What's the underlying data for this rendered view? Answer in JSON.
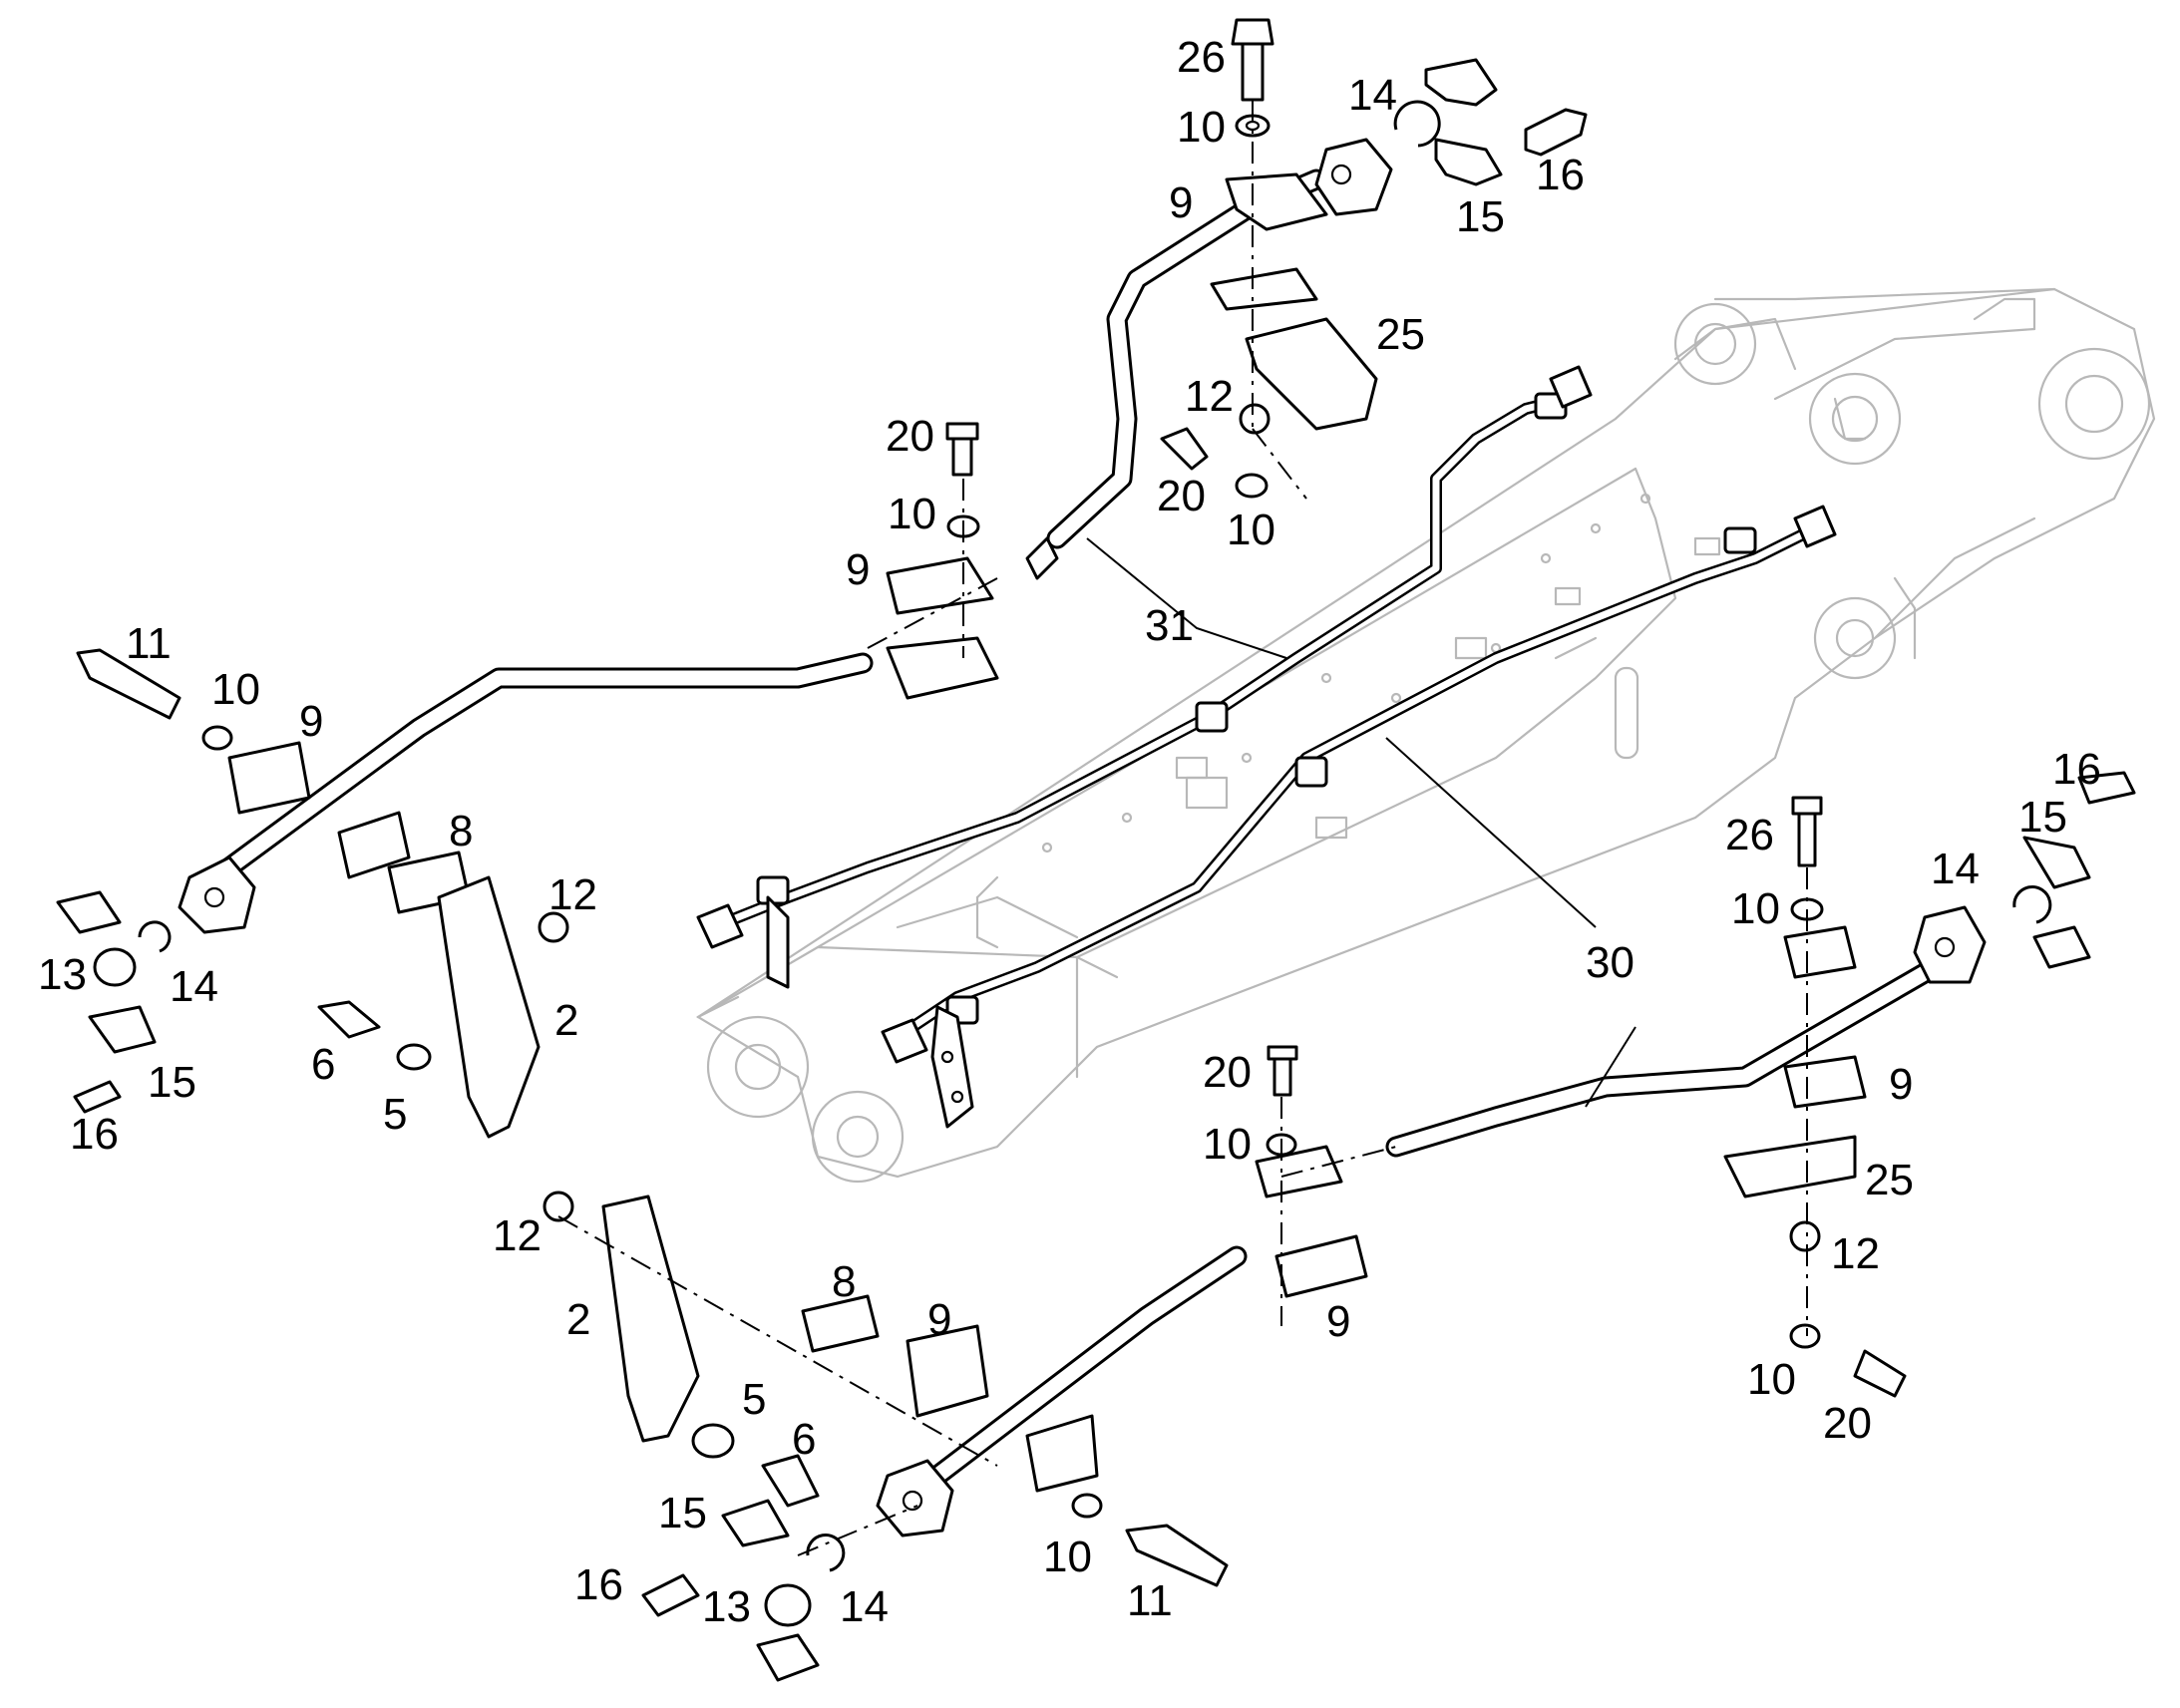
{
  "diagram": {
    "callouts": [
      {
        "id": "c26a",
        "text": "26"
      },
      {
        "id": "c10a",
        "text": "10"
      },
      {
        "id": "c14a",
        "text": "14"
      },
      {
        "id": "c16a",
        "text": "16"
      },
      {
        "id": "c9a",
        "text": "9"
      },
      {
        "id": "c15a",
        "text": "15"
      },
      {
        "id": "c25a",
        "text": "25"
      },
      {
        "id": "c12a",
        "text": "12"
      },
      {
        "id": "c20a",
        "text": "20"
      },
      {
        "id": "c20b",
        "text": "20"
      },
      {
        "id": "c10b",
        "text": "10"
      },
      {
        "id": "c10c",
        "text": "10"
      },
      {
        "id": "c9b",
        "text": "9"
      },
      {
        "id": "c31",
        "text": "31"
      },
      {
        "id": "c11a",
        "text": "11"
      },
      {
        "id": "c10d",
        "text": "10"
      },
      {
        "id": "c9c",
        "text": "9"
      },
      {
        "id": "c8a",
        "text": "8"
      },
      {
        "id": "c12b",
        "text": "12"
      },
      {
        "id": "c13a",
        "text": "13"
      },
      {
        "id": "c14b",
        "text": "14"
      },
      {
        "id": "c2a",
        "text": "2"
      },
      {
        "id": "c6a",
        "text": "6"
      },
      {
        "id": "c5a",
        "text": "5"
      },
      {
        "id": "c15b",
        "text": "15"
      },
      {
        "id": "c16b",
        "text": "16"
      },
      {
        "id": "c30",
        "text": "30"
      },
      {
        "id": "c16c",
        "text": "16"
      },
      {
        "id": "c15c",
        "text": "15"
      },
      {
        "id": "c26b",
        "text": "26"
      },
      {
        "id": "c14c",
        "text": "14"
      },
      {
        "id": "c10e",
        "text": "10"
      },
      {
        "id": "c20c",
        "text": "20"
      },
      {
        "id": "c10f",
        "text": "10"
      },
      {
        "id": "c9d",
        "text": "9"
      },
      {
        "id": "c25b",
        "text": "25"
      },
      {
        "id": "c12c",
        "text": "12"
      },
      {
        "id": "c10g",
        "text": "10"
      },
      {
        "id": "c20d",
        "text": "20"
      },
      {
        "id": "c12d",
        "text": "12"
      },
      {
        "id": "c2b",
        "text": "2"
      },
      {
        "id": "c8b",
        "text": "8"
      },
      {
        "id": "c9e",
        "text": "9"
      },
      {
        "id": "c9f",
        "text": "9"
      },
      {
        "id": "c5b",
        "text": "5"
      },
      {
        "id": "c6b",
        "text": "6"
      },
      {
        "id": "c15d",
        "text": "15"
      },
      {
        "id": "c16d",
        "text": "16"
      },
      {
        "id": "c13b",
        "text": "13"
      },
      {
        "id": "c14d",
        "text": "14"
      },
      {
        "id": "c10h",
        "text": "10"
      },
      {
        "id": "c11b",
        "text": "11"
      }
    ]
  }
}
